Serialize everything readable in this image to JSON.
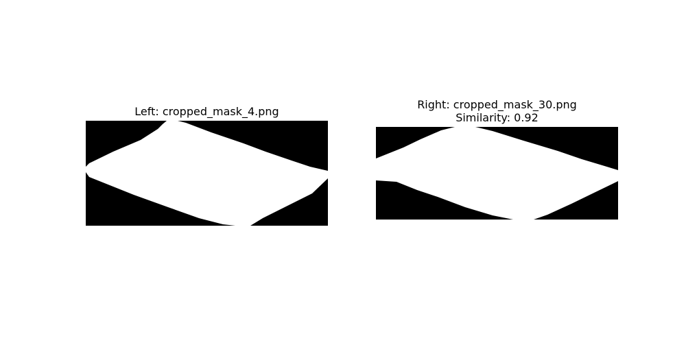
{
  "left": {
    "title": "Left: cropped_mask_4.png"
  },
  "right": {
    "title": "Right: cropped_mask_30.png",
    "similarity_text": "Similarity: 0.92"
  },
  "colors": {
    "background": "#ffffff",
    "mask_background": "#000000",
    "mask_foreground": "#ffffff"
  }
}
